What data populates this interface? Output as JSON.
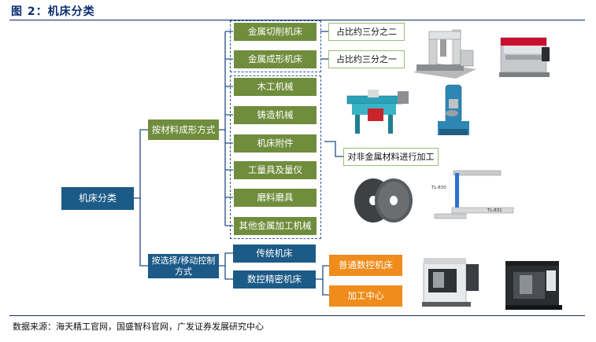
{
  "figure": {
    "title": "图 2：机床分类",
    "source": "数据来源：海天精工官网，国盛智科官网，广发证券发展研究中心"
  },
  "root": {
    "label": "机床分类"
  },
  "branches": {
    "material": {
      "label": "按材料成形方式"
    },
    "control": {
      "label": "按选择/移动控制方式"
    }
  },
  "metal_group": [
    {
      "label": "金属切削机床",
      "note": "占比约三分之二"
    },
    {
      "label": "金属成形机床",
      "note": "占比约三分之一"
    }
  ],
  "nonmetal_group": {
    "items": [
      "木工机械",
      "铸造机械",
      "机床附件",
      "工量具及量仪",
      "磨料磨具",
      "其他金属加工机械"
    ],
    "note": "对非金属材料进行加工"
  },
  "control_group": {
    "items": [
      "传统机床",
      "数控精密机床"
    ],
    "sub_items": [
      "普通数控机床",
      "加工中心"
    ]
  },
  "photo_labels": {
    "ruler_a": "TL-830",
    "ruler_b": "TL-831"
  },
  "colors": {
    "green": "#6f8d3c",
    "blue": "#1c5a87",
    "orange": "#ef8c1b",
    "title": "#0a2d6e"
  }
}
